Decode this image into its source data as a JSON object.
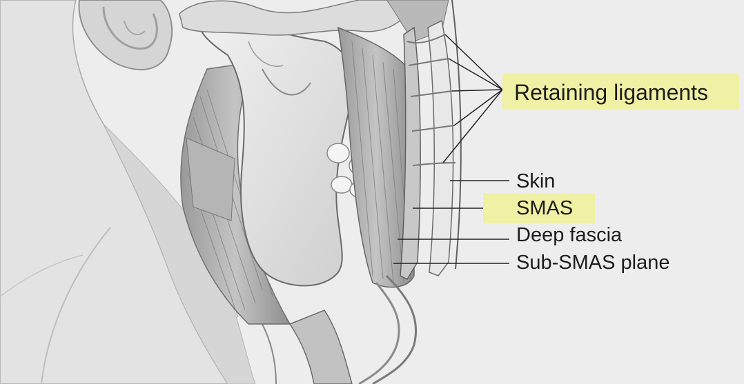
{
  "labels": {
    "retaining_ligaments": "Retaining ligaments",
    "skin": "Skin",
    "smas": "SMAS",
    "deep_fascia": "Deep fascia",
    "sub_smas_plane": "Sub-SMAS plane"
  },
  "colors": {
    "highlight": "#f1f1a6",
    "text": "#1c1c1c",
    "background": "#ededed"
  }
}
